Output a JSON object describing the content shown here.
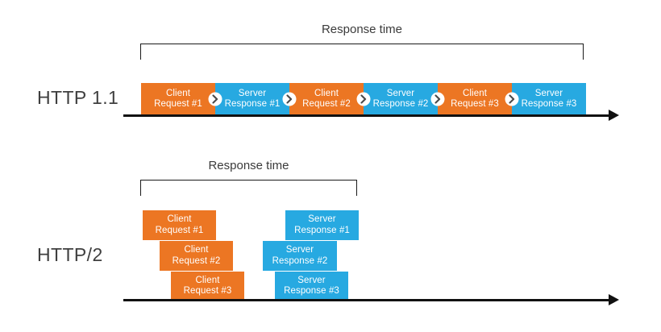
{
  "diagram": {
    "title_http11": "HTTP 1.1",
    "title_http2": "HTTP/2",
    "bracket_label": "Response time",
    "colors": {
      "client": "#EC7623",
      "server": "#27A9E1",
      "axis": "#111111",
      "text": "#3b3b3b"
    }
  },
  "http11": {
    "label": "HTTP 1.1",
    "bracket_label": "Response time",
    "segments": [
      {
        "kind": "client",
        "line1": "Client",
        "line2": "Request #1"
      },
      {
        "kind": "server",
        "line1": "Server",
        "line2": "Response #1"
      },
      {
        "kind": "client",
        "line1": "Client",
        "line2": "Request #2"
      },
      {
        "kind": "server",
        "line1": "Server",
        "line2": "Response #2"
      },
      {
        "kind": "client",
        "line1": "Client",
        "line2": "Request #3"
      },
      {
        "kind": "server",
        "line1": "Server",
        "line2": "Response #3"
      }
    ],
    "separator_icon": "chevron-right-icon"
  },
  "http2": {
    "label": "HTTP/2",
    "bracket_label": "Response time",
    "requests": [
      {
        "kind": "client",
        "line1": "Client",
        "line2": "Request #1"
      },
      {
        "kind": "client",
        "line1": "Client",
        "line2": "Request #2"
      },
      {
        "kind": "client",
        "line1": "Client",
        "line2": "Request #3"
      }
    ],
    "responses": [
      {
        "kind": "server",
        "line1": "Server",
        "line2": "Response #1"
      },
      {
        "kind": "server",
        "line1": "Server",
        "line2": "Response #2"
      },
      {
        "kind": "server",
        "line1": "Server",
        "line2": "Response #3"
      }
    ]
  }
}
